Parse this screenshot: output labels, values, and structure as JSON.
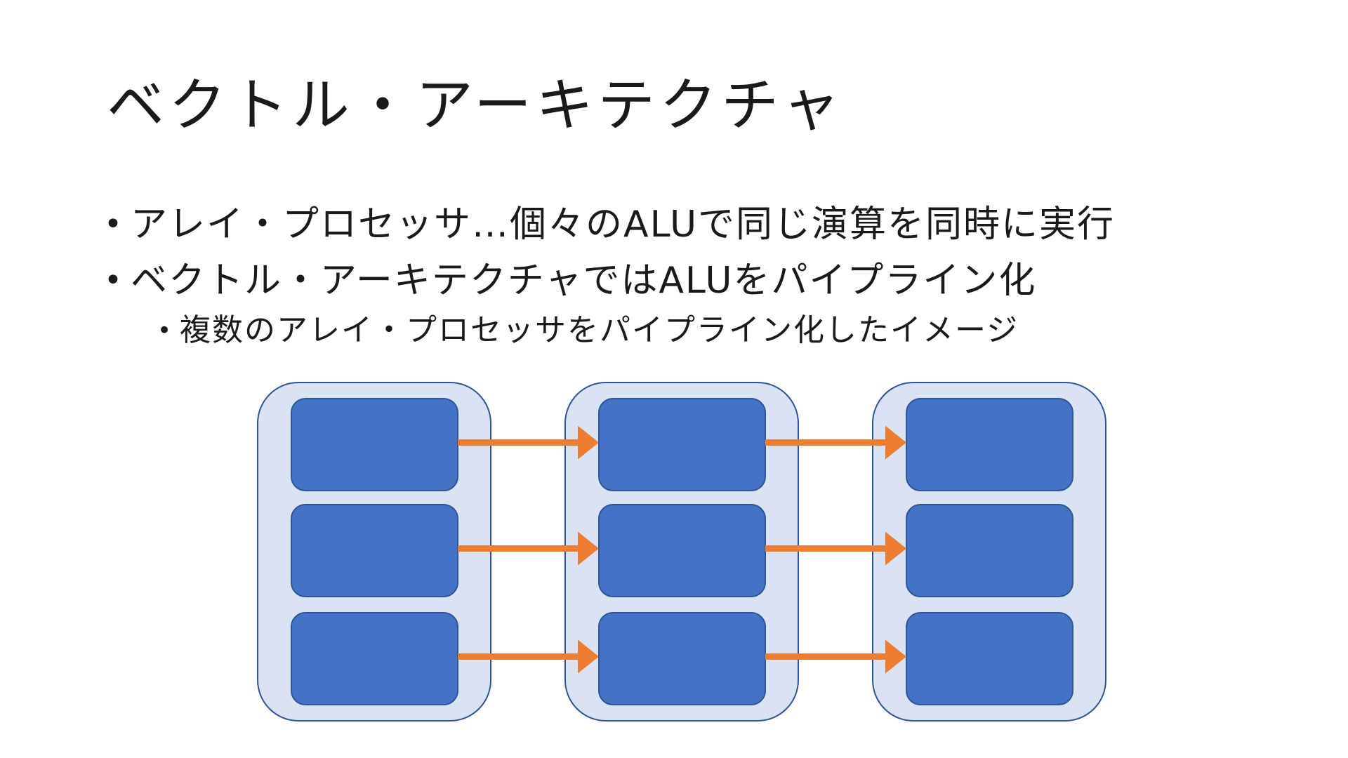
{
  "slide": {
    "title": "ベクトル・アーキテクチャ",
    "bullets": [
      "アレイ・プロセッサ…個々のALUで同じ演算を同時に実行",
      "ベクトル・アーキテクチャではALUをパイプライン化"
    ],
    "sub_bullets": [
      "複数のアレイ・プロセッサをパイプライン化したイメージ"
    ]
  },
  "diagram": {
    "stages": 3,
    "units_per_stage": 3,
    "colors": {
      "stage_fill": "#dae3f3",
      "stage_stroke": "#2f5597",
      "unit_fill": "#4472c4",
      "unit_stroke": "#2f5597",
      "arrow": "#ed7d31"
    }
  }
}
